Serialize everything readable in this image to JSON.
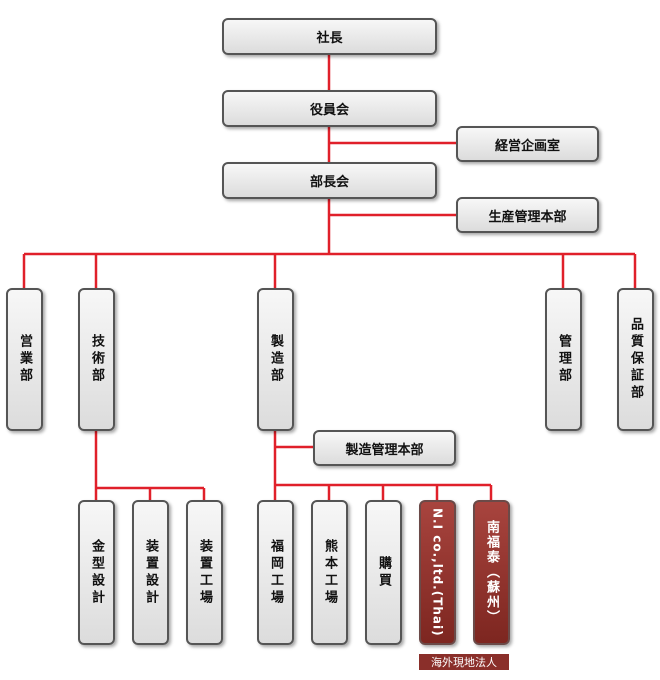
{
  "colors": {
    "connector": "#e0202a",
    "box_fill": "#e6e6e6",
    "box_border": "#555555",
    "overseas_fill": "#8a2f2a"
  },
  "nodes": {
    "president": "社長",
    "board": "役員会",
    "corporate_planning": "経営企画室",
    "general_managers": "部長会",
    "production_mgmt_hq": "生産管理本部",
    "sales": "営業部",
    "engineering": "技術部",
    "manufacturing": "製造部",
    "administration": "管理部",
    "quality_assurance": "品質保証部",
    "mfg_mgmt_hq": "製造管理本部",
    "mold_design": "金型設計",
    "equipment_design": "装置設計",
    "equipment_factory": "装置工場",
    "fukuoka_factory": "福岡工場",
    "kumamoto_factory": "熊本工場",
    "purchasing": "購買",
    "ni_thai": "N.I co.,ltd.(Thai)",
    "nanfukutai": "南福泰（蘇州）"
  },
  "overseas_label": "海外現地法人"
}
